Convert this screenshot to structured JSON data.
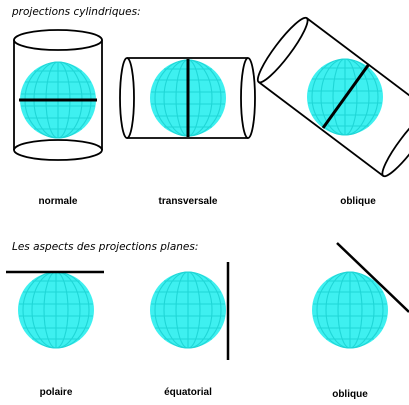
{
  "cylindrical": {
    "title": "projections cylindriques:",
    "labels": [
      "normale",
      "transversale",
      "oblique"
    ]
  },
  "planar": {
    "title": "Les aspects des projections planes:",
    "labels": [
      "polaire",
      "équatorial",
      "oblique"
    ]
  },
  "colors": {
    "globe": "#3ef0f0",
    "grid": "#1fd6d6",
    "outline": "#000000"
  }
}
